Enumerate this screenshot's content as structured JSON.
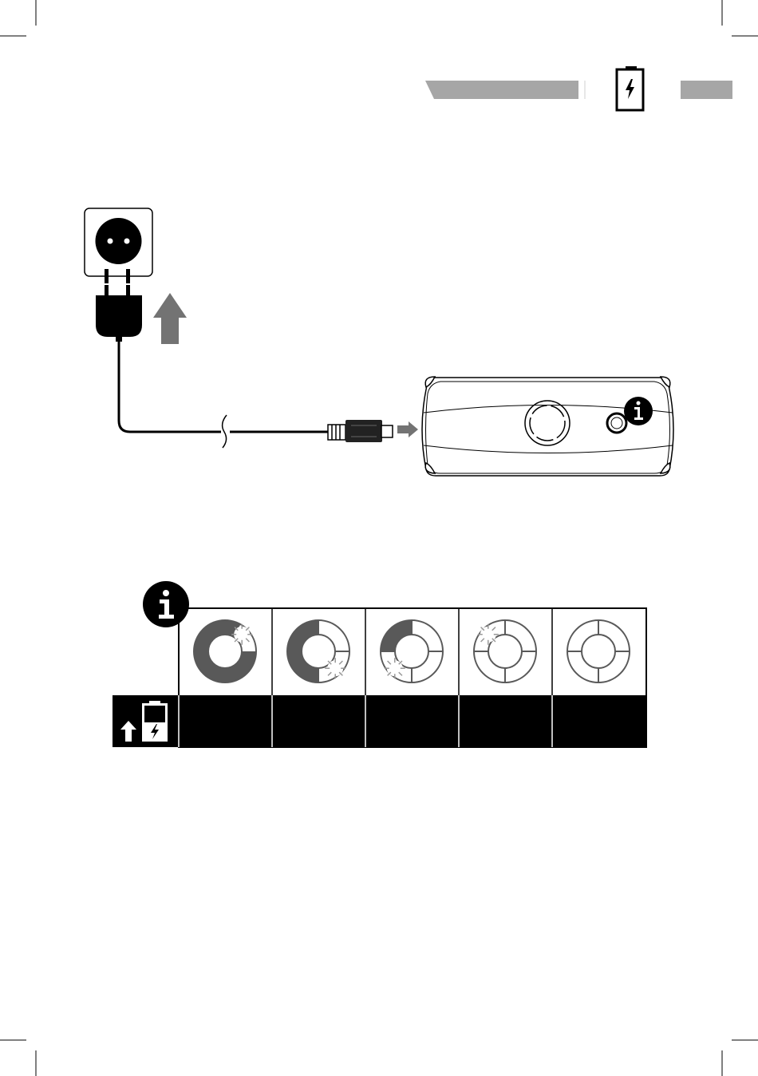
{
  "header": {
    "bar_left_color": "#a6a6a6",
    "bar_right_color": "#a6a6a6",
    "icon": "battery-charging-icon"
  },
  "illustration": {
    "socket_icon": "wall-socket-icon",
    "plug_icon": "power-plug-icon",
    "insert_arrow_icon": "arrow-up-icon",
    "connector_arrow_icon": "arrow-right-icon",
    "device_icon": "robot-cleaner-device",
    "device_button_icon": "info-icon"
  },
  "charging_table": {
    "header_icon": "info-icon",
    "row_icon": "charging-battery-icon",
    "led_states": [
      {
        "lit_segments": 3,
        "blinking_segment": 1
      },
      {
        "lit_segments": 2,
        "blinking_segment": 2
      },
      {
        "lit_segments": 1,
        "blinking_segment": 3
      },
      {
        "lit_segments": 0,
        "blinking_segment": 4
      },
      {
        "lit_segments": 0,
        "blinking_segment": null
      }
    ],
    "colors": {
      "lit": "#595959",
      "ring": "#595959",
      "row_bg": "#000000"
    }
  }
}
